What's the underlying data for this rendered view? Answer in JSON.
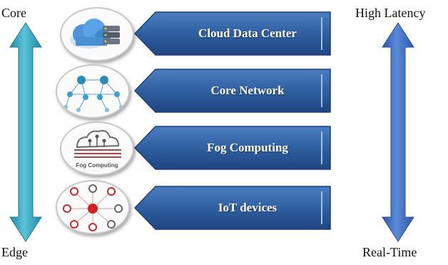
{
  "left_axis": {
    "top": "Core",
    "bottom": "Edge"
  },
  "right_axis": {
    "top": "High Latency",
    "bottom": "Real-Time"
  },
  "layers": [
    {
      "label": "Cloud Data Center",
      "icon": "cloud-database-icon"
    },
    {
      "label": "Core Network",
      "icon": "network-topology-icon"
    },
    {
      "label": "Fog Computing",
      "icon": "fog-computing-icon",
      "icon_text": "Fog Computing"
    },
    {
      "label": "IoT devices",
      "icon": "iot-devices-icon"
    }
  ],
  "colors": {
    "left_arrow": "#3aa7bf",
    "right_arrow": "#3d6fc4",
    "banner": "#2e5c98"
  }
}
